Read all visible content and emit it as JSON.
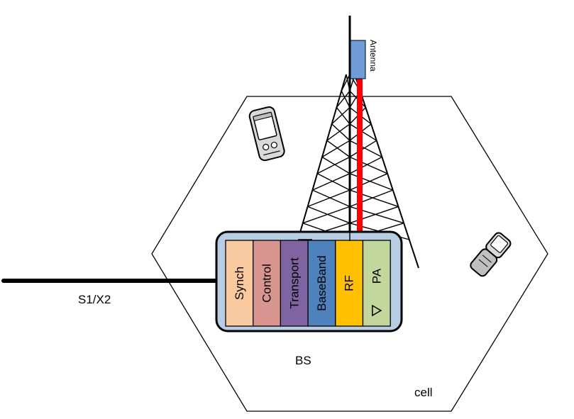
{
  "labels": {
    "antenna": "Antenna",
    "link": "S1/X2",
    "bs": "BS",
    "cell": "cell"
  },
  "modules": [
    {
      "label": "Synch",
      "color": "#f9c9a0"
    },
    {
      "label": "Control",
      "color": "#d99590"
    },
    {
      "label": "Transport",
      "color": "#8064a2"
    },
    {
      "label": "BaseBand",
      "color": "#4f81bd"
    },
    {
      "label": "RF",
      "color": "#ffc000"
    },
    {
      "label": "PA",
      "color": "#c3d69b",
      "icon": "triangle-down-icon"
    }
  ],
  "colors": {
    "bs_box": "#b8cce4",
    "antenna": "#6f9bd6",
    "feeder": "#ff0000"
  }
}
